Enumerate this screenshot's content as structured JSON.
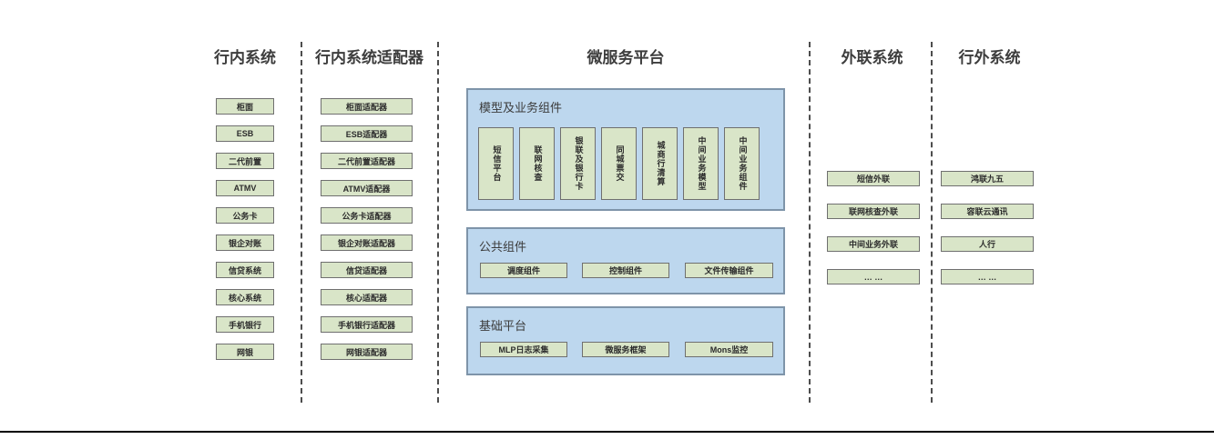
{
  "diagram": {
    "title": "微服务平台",
    "colors": {
      "box_green": "#d9e5c8",
      "box_border": "#6f6f6f",
      "container_blue": "#bdd7ee",
      "container_border": "#7e94a9",
      "header_text": "#3d3d3d",
      "separator": "#4d4d4d",
      "bottom_rule": "#000000"
    },
    "columns": [
      {
        "header": "行内系统",
        "items": [
          "柜面",
          "ESB",
          "二代前置",
          "ATMV",
          "公务卡",
          "银企对账",
          "信贷系统",
          "核心系统",
          "手机银行",
          "网银"
        ]
      },
      {
        "header": "行内系统适配器",
        "items": [
          "柜面适配器",
          "ESB适配器",
          "二代前置适配器",
          "ATMV适配器",
          "公务卡适配器",
          "银企对账适配器",
          "信贷适配器",
          "核心适配器",
          "手机银行适配器",
          "网银适配器"
        ]
      },
      {
        "header": "微服务平台",
        "groups": [
          {
            "title": "模型及业务组件",
            "items": [
              "短信平台",
              "联网核查",
              "银联及银行卡",
              "同城票交",
              "城商行清算",
              "中间业务模型",
              "中间业务组件"
            ]
          },
          {
            "title": "公共组件",
            "items": [
              "调度组件",
              "控制组件",
              "文件传输组件"
            ]
          },
          {
            "title": "基础平台",
            "items": [
              "MLP日志采集",
              "微服务框架",
              "Mons监控"
            ]
          }
        ]
      },
      {
        "header": "外联系统",
        "items": [
          "短信外联",
          "联网核查外联",
          "中间业务外联",
          "… …"
        ]
      },
      {
        "header": "行外系统",
        "items": [
          "鸿联九五",
          "容联云通讯",
          "人行",
          "… …"
        ]
      }
    ]
  }
}
